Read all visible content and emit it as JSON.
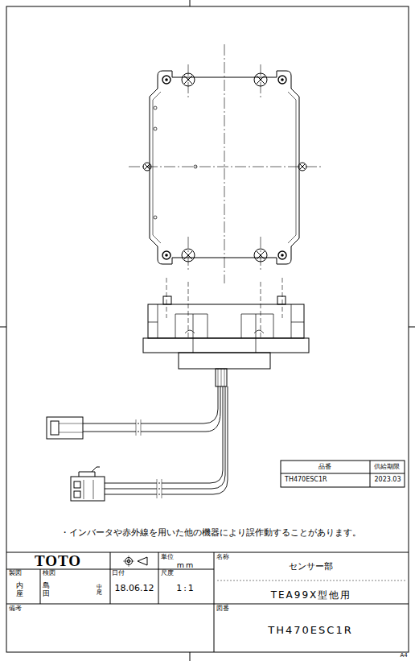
{
  "diagram": {
    "labels": [
      "品番",
      "供給期限",
      "TH470ESC1R",
      "2023.03",
      "・インバータや赤外線を用いた他の機器により誤作動することがあります。",
      "TOTO",
      "単位",
      "mm",
      "名称",
      "センサー部",
      "製図",
      "検図",
      "内座",
      "島田",
      "中尾",
      "日付",
      "18.06.12",
      "尺度",
      "1:1",
      "TEA99X型他用",
      "備考",
      "図番",
      "TH470ESC1R",
      "A4"
    ]
  }
}
